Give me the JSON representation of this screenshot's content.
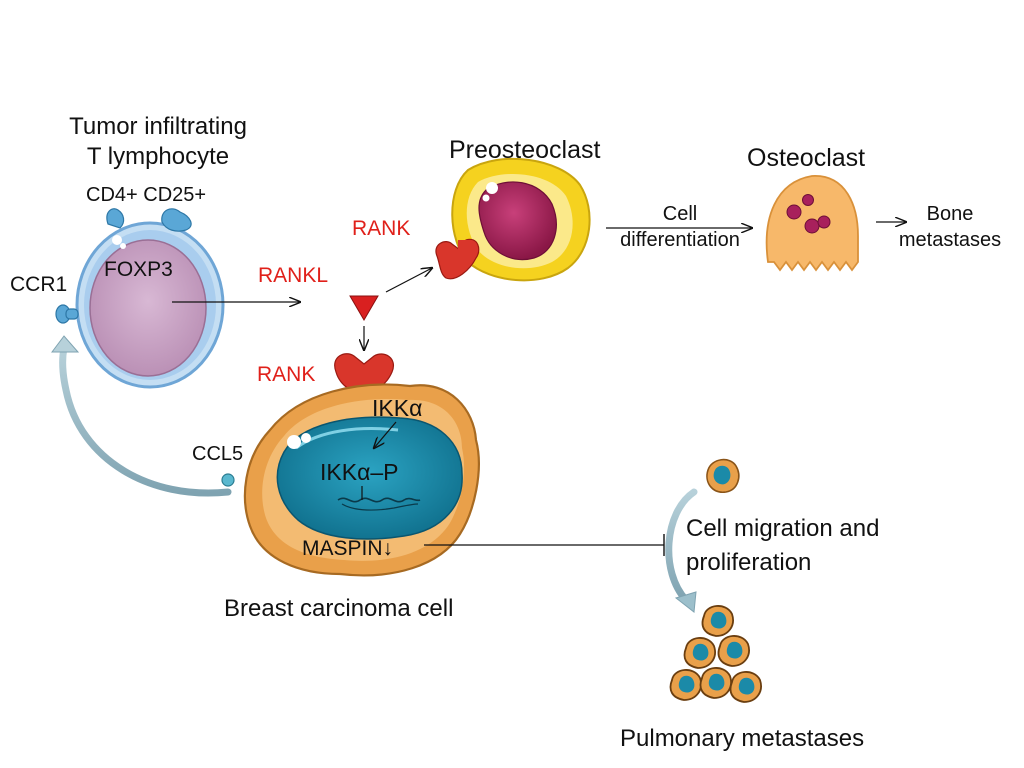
{
  "labels": {
    "tcell_title_line1": "Tumor infiltrating",
    "tcell_title_line2": "T lymphocyte",
    "cd4_cd25": "CD4+ CD25+",
    "foxp3": "FOXP3",
    "ccr1": "CCR1",
    "rankl": "RANKL",
    "rank_top": "RANK",
    "rank_bottom": "RANK",
    "preosteoclast": "Preosteoclast",
    "osteoclast": "Osteoclast",
    "cell_diff_line1": "Cell",
    "cell_diff_line2": "differentiation",
    "bone_line1": "Bone",
    "bone_line2": "metastases",
    "ikka": "IKKα",
    "ikka_p": "IKKα–P",
    "ccl5": "CCL5",
    "maspin": "MASPIN↓",
    "breast_cell": "Breast carcinoma cell",
    "migration_line1": "Cell migration and",
    "migration_line2": "proliferation",
    "pulmonary": "Pulmonary metastases"
  },
  "colors": {
    "tcell_membrane": "#9ec9ec",
    "tcell_nucleus": "#c9a3c4",
    "receptor_blue": "#5aa7d6",
    "rank_red": "#d9362b",
    "preosteoclast_yellow": "#f5d21f",
    "preosteoclast_nucleus": "#a8205c",
    "osteoclast_orange": "#f7b86a",
    "carcinoma_orange": "#e9a04a",
    "carcinoma_nucleus": "#1b8aa8",
    "label_red": "#e0201a",
    "arrow_gray": "#8fb2bf"
  }
}
